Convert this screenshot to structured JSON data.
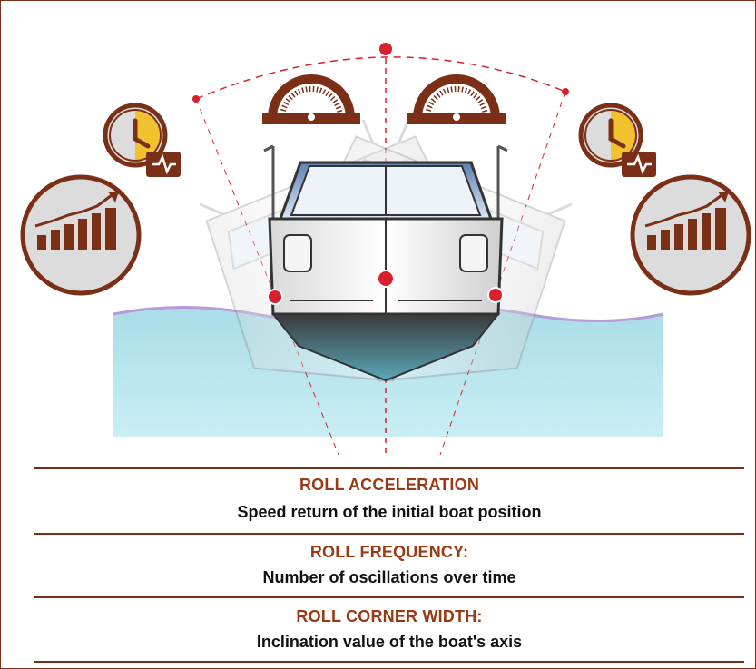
{
  "colors": {
    "brand": "#7a2f16",
    "heading": "#9a3a14",
    "accent_red": "#d9202c",
    "water": "#bde6ef",
    "gauge_yellow": "#f2c12e",
    "icon_grey": "#d8d8d8"
  },
  "icons": {
    "gauge": "protractor-gauge-icon",
    "clock": "clock-with-pulse-icon",
    "growth": "growth-chart-icon"
  },
  "sections": [
    {
      "title": "ROLL ACCELERATION",
      "description": "Speed return of the initial boat position"
    },
    {
      "title": "ROLL FREQUENCY:",
      "description": "Number of oscillations over time"
    },
    {
      "title": "ROLL CORNER WIDTH:",
      "description": "Inclination value of the boat's axis"
    }
  ]
}
